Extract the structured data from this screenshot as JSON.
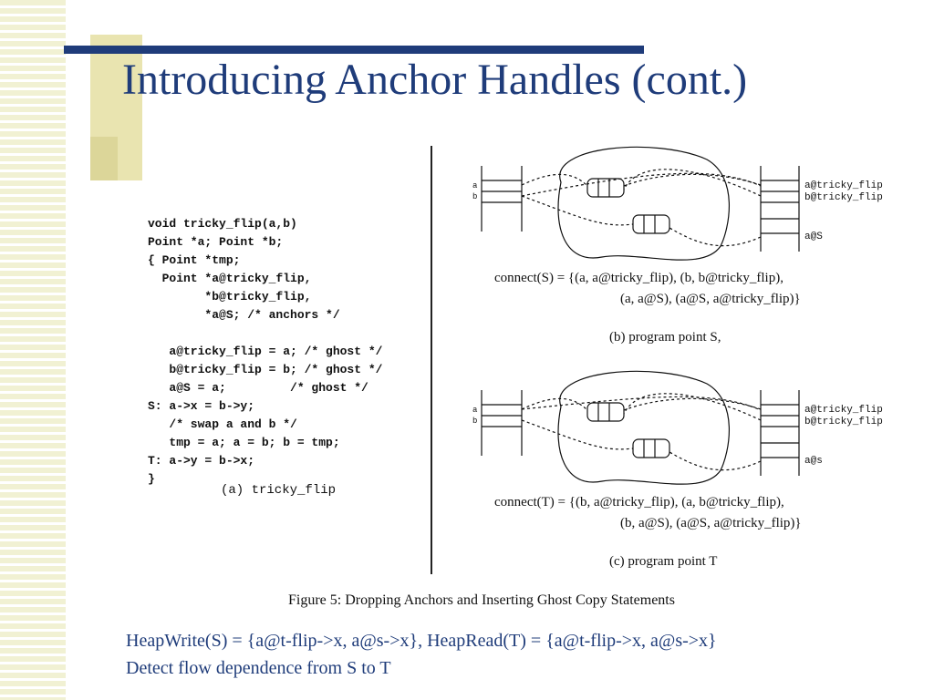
{
  "slide": {
    "title": "Introducing Anchor Handles (cont.)"
  },
  "code_panel": {
    "lines": [
      "void tricky_flip(a,b)",
      "Point *a; Point *b;",
      "{ Point *tmp;",
      "  Point *a@tricky_flip,",
      "        *b@tricky_flip,",
      "        *a@S; /* anchors */",
      "",
      "   a@tricky_flip = a; /* ghost */",
      "   b@tricky_flip = b; /* ghost */",
      "   a@S = a;         /* ghost */",
      "S: a->x = b->y;",
      "   /* swap a and b */",
      "   tmp = a; a = b; b = tmp;",
      "T: a->y = b->x;",
      "}"
    ],
    "caption": "(a) tricky_flip"
  },
  "diagram_s": {
    "left_labels": [
      "a",
      "b"
    ],
    "right_labels": [
      "a@tricky_flip",
      "b@tricky_flip",
      "a@S"
    ],
    "connect_line1": "connect(S) = {(a, a@tricky_flip), (b, b@tricky_flip),",
    "connect_line2": "(a, a@S), (a@S, a@tricky_flip)}",
    "caption": "(b) program point S,"
  },
  "diagram_t": {
    "left_labels": [
      "a",
      "b"
    ],
    "right_labels": [
      "a@tricky_flip",
      "b@tricky_flip",
      "a@s"
    ],
    "connect_line1": "connect(T) = {(b, a@tricky_flip), (a, b@tricky_flip),",
    "connect_line2": "(b, a@S), (a@S, a@tricky_flip)}",
    "caption": "(c) program point T"
  },
  "figure_caption": "Figure 5: Dropping Anchors and Inserting Ghost Copy Statements",
  "body": {
    "line1": "HeapWrite(S) = {a@t-flip->x, a@s->x}, HeapRead(T) = {a@t-flip->x, a@s->x}",
    "line2": "Detect flow dependence from S to T"
  },
  "colors": {
    "accent": "#1f3c7a",
    "stripe": "#f1f1d3",
    "tan": "#e9e4b0"
  }
}
